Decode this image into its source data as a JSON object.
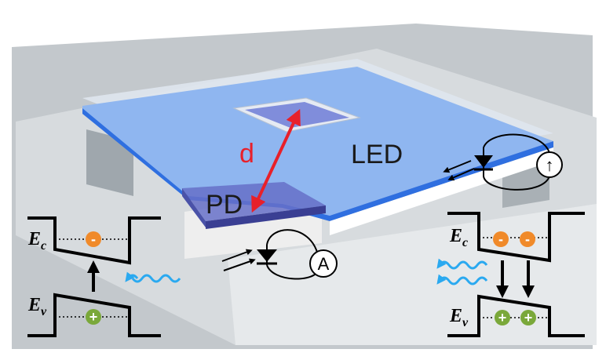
{
  "labels": {
    "distance": "d",
    "led": "LED",
    "pd": "PD",
    "ammeter": "A",
    "source_symbol": "↑"
  },
  "band_left": {
    "conduction": "E",
    "conduction_sub": "c",
    "valence": "E",
    "valence_sub": "v",
    "electron": "-",
    "hole": "+"
  },
  "band_right": {
    "conduction": "E",
    "conduction_sub": "c",
    "valence": "E",
    "valence_sub": "v",
    "electron_1": "-",
    "electron_2": "-",
    "hole_1": "+",
    "hole_2": "+"
  },
  "colors": {
    "background": "#c3c8cc",
    "led_layer": "#8fb6f0",
    "led_edge": "#2f6fe0",
    "pd_layer": "#6670c8",
    "distance_arrow": "#e8202a",
    "photon": "#2aa9f0",
    "electron": "#f08a2a",
    "hole": "#7aa83a"
  }
}
